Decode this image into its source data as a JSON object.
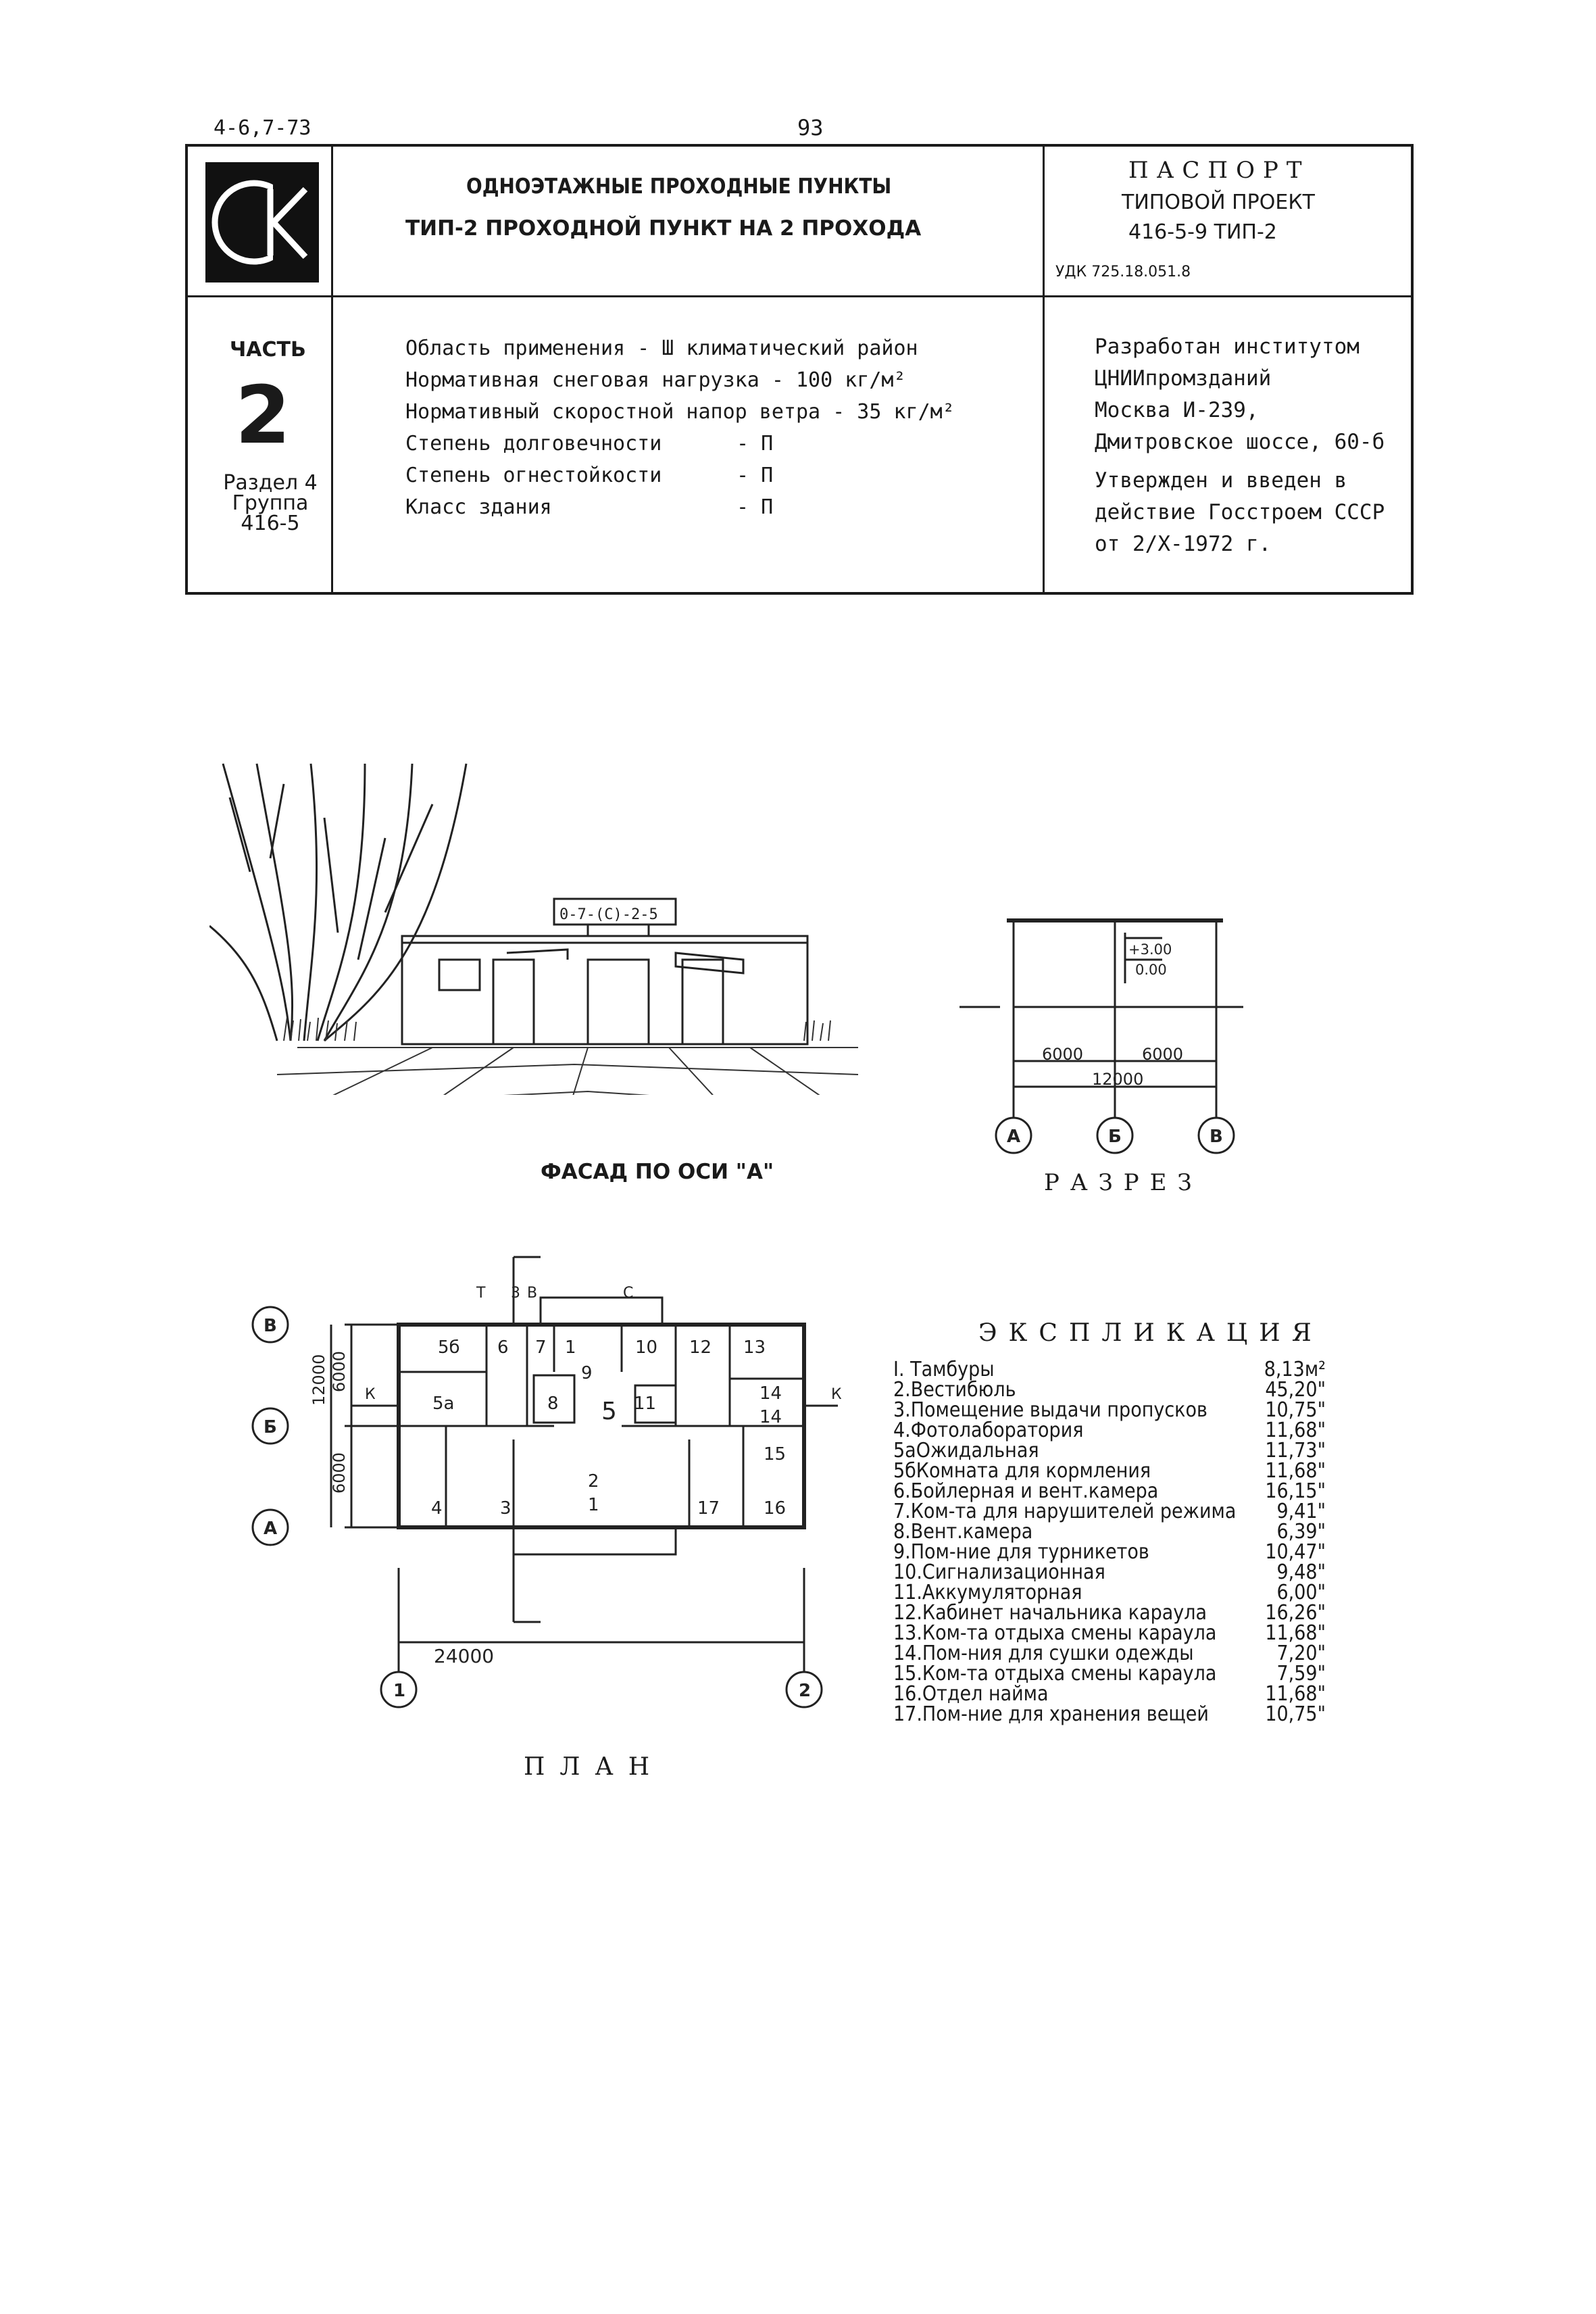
{
  "header": {
    "series": "4-6,7-73",
    "page": "93"
  },
  "stamp": {
    "logo_letters": "СК",
    "title_line1": "ОДНОЭТАЖНЫЕ ПРОХОДНЫЕ ПУНКТЫ",
    "title_line2": "ТИП-2  ПРОХОДНОЙ ПУНКТ НА 2 ПРОХОДА",
    "passport": "ПАСПОРТ",
    "project_label": "ТИПОВОЙ ПРОЕКТ",
    "project_number": "416-5-9 ТИП-2",
    "udk": "УДК 725.18.051.8"
  },
  "part": {
    "label": "ЧАСТЬ",
    "number": "2",
    "section": "Раздел 4",
    "group": "Группа",
    "group_code": "416-5"
  },
  "params": [
    {
      "key": "Область применения - Ш климатический район",
      "value": ""
    },
    {
      "key": "Нормативная снеговая нагрузка - 100 кг/м²",
      "value": ""
    },
    {
      "key": "Нормативный скоростной напор ветра - 35 кг/м²",
      "value": ""
    },
    {
      "key": "Степень долговечности",
      "value": "- П"
    },
    {
      "key": "Степень огнестойкости",
      "value": "- П"
    },
    {
      "key": "Класс здания",
      "value": "- П"
    }
  ],
  "developer": {
    "line1": "Разработан институтом",
    "line2": "ЦНИИпромзданий",
    "line3": "Москва И-239,",
    "line4": "Дмитровское шоссе, 60-б",
    "line5": "Утвержден и введен в",
    "line6": "действие Госстроем СССР",
    "line7": "от 2/X-1972 г."
  },
  "facade": {
    "caption": "ФАСАД ПО ОСИ \"А\"",
    "sign": "0-7-(С)-2-5"
  },
  "section_drawing": {
    "caption": "РАЗРЕЗ",
    "level_top": "+3.00",
    "level_floor": "0.00",
    "dim_left": "6000",
    "dim_right": "6000",
    "dim_total": "12000",
    "axes": [
      "А",
      "Б",
      "В"
    ]
  },
  "plan": {
    "caption": "ПЛАН",
    "dim_total": "24000",
    "dim_vertical_total": "12000",
    "dim_vertical_top": "6000",
    "dim_vertical_bottom": "6000",
    "axes_rows": [
      "В",
      "Б",
      "А"
    ],
    "axes_cols": [
      "1",
      "2"
    ],
    "cut_marks": [
      "Т",
      "3",
      "В",
      "С",
      "К",
      "К"
    ],
    "rooms": [
      "5б",
      "6",
      "7",
      "1",
      "10",
      "12",
      "13",
      "5а",
      "8",
      "9",
      "11",
      "14",
      "14",
      "4",
      "3",
      "2",
      "1",
      "17",
      "15",
      "16",
      "5"
    ]
  },
  "explication": {
    "title": "ЭКСПЛИКАЦИЯ",
    "items": [
      {
        "name": "I. Тамбуры",
        "value": "8,13м²"
      },
      {
        "name": "2.Вестибюль",
        "value": "45,20\""
      },
      {
        "name": "3.Помещение выдачи пропусков",
        "value": "10,75\""
      },
      {
        "name": "4.Фотолаборатория",
        "value": "11,68\""
      },
      {
        "name": "5аОжидальная",
        "value": "11,73\""
      },
      {
        "name": "5бКомната для кормления",
        "value": "11,68\""
      },
      {
        "name": "6.Бойлерная и вент.камера",
        "value": "16,15\""
      },
      {
        "name": "7.Ком-та для нарушителей режима",
        "value": "9,41\""
      },
      {
        "name": "8.Вент.камера",
        "value": "6,39\""
      },
      {
        "name": "9.Пом-ние для турникетов",
        "value": "10,47\""
      },
      {
        "name": "10.Сигнализационная",
        "value": "9,48\""
      },
      {
        "name": "11.Аккумуляторная",
        "value": "6,00\""
      },
      {
        "name": "12.Кабинет начальника караула",
        "value": "16,26\""
      },
      {
        "name": "13.Ком-та отдыха смены караула",
        "value": "11,68\""
      },
      {
        "name": "14.Пом-ния для сушки одежды",
        "value": "7,20\""
      },
      {
        "name": "15.Ком-та отдыха смены караула",
        "value": "7,59\""
      },
      {
        "name": "16.Отдел найма",
        "value": "11,68\""
      },
      {
        "name": "17.Пом-ние для хранения вещей",
        "value": "10,75\""
      }
    ]
  }
}
